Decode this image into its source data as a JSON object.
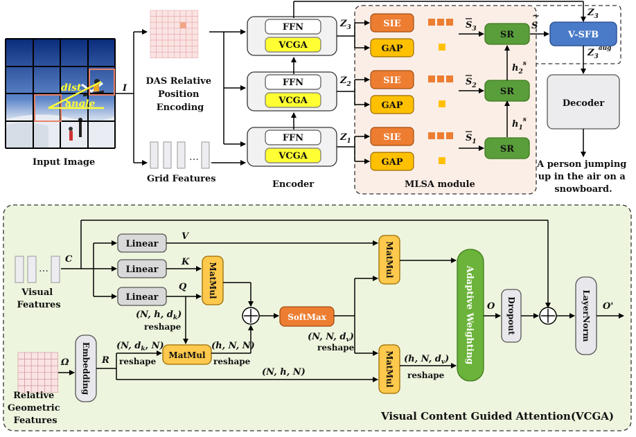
{
  "top": {
    "input_image_label": "Input Image",
    "input_symbol": "I",
    "dist_label": "dist",
    "angle_label": "angle",
    "das_label_lines": [
      "DAS Relative",
      "Position",
      "Encoding"
    ],
    "grid_features_label": "Grid Features",
    "encoder_label": "Encoder",
    "encoder_blocks": [
      {
        "ffn": "FFN",
        "vcga": "VCGA",
        "z": "Z",
        "z_sub": "3"
      },
      {
        "ffn": "FFN",
        "vcga": "VCGA",
        "z": "Z",
        "z_sub": "2"
      },
      {
        "ffn": "FFN",
        "vcga": "VCGA",
        "z": "Z",
        "z_sub": "1"
      }
    ],
    "mlsa": {
      "label": "MLSA module",
      "sie": "SIE",
      "gap": "GAP",
      "sr": "SR",
      "s_bar": "S",
      "s_subs": [
        "3",
        "2",
        "1"
      ],
      "h_labels": [
        "h",
        "h"
      ],
      "h_subs": [
        "2",
        "1"
      ],
      "h_sup": "s",
      "s_tilde": "S"
    },
    "vsfb": "V-SFB",
    "z3_label": "Z",
    "z3_sub": "3",
    "z3_aug_label": "Z",
    "z3_aug_sub": "3",
    "z3_aug_sup": "aug",
    "decoder": "Decoder",
    "caption_lines": [
      "A person jumping",
      "up in the air on a",
      "snowboard."
    ]
  },
  "vcga": {
    "title": "Visual Content Guided Attention(VCGA)",
    "visual_features_lines": [
      "Visual",
      "Features"
    ],
    "c_symbol": "C",
    "linear": "Linear",
    "v": "V",
    "k": "K",
    "q": "Q",
    "matmul": "MatMul",
    "softmax": "SoftMax",
    "adaptive": "Adaptive Weighting",
    "dropout": "Dropout",
    "layernorm": "LayerNorm",
    "o": "O",
    "o_prime": "O'",
    "omega": "Ω",
    "r": "R",
    "embedding": "Embedding",
    "rgf_lines": [
      "Relative",
      "Geometric",
      "Features"
    ],
    "reshape": "reshape",
    "shape_nhdk": "(N, h, d",
    "shape_nhdk_sub": "k",
    "shape_ndkn": "(N, d",
    "shape_ndkn_sub": "k",
    "shape_ndkn_tail": ", N)",
    "shape_hnn": "(h, N, N)",
    "shape_nnh": "(N, h, N)",
    "shape_nndv": "(N, N, d",
    "shape_nndv_sub": "v",
    "shape_hndv": "(h, N, d",
    "shape_hndv_sub": "v",
    "close_paren": ")"
  },
  "colors": {
    "sie": "#ED7D31",
    "gap": "#FFC000",
    "sr": "#5A9E3C",
    "vsfb": "#4A7BC8",
    "vcga": "#FFFF33",
    "linear": "#D9D9D9",
    "matmul": "#FFC94D",
    "softmax": "#ED7D31",
    "adaptive": "#6BB33A",
    "dropout": "#E8E8EC",
    "mlsa_bg": "#FBEEE6",
    "vcga_bg": "#EEF5DE"
  }
}
